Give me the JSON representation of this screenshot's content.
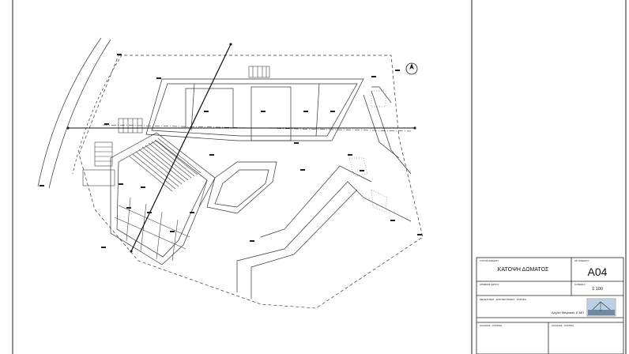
{
  "title_block": {
    "drawing_title_label": "ΤΙΤΛΟΣ ΣΧΕΔΙΟΥ",
    "drawing_title": "ΚΑΤΟΨΗ ΔΩΜΑΤΟΣ",
    "sheet_number_label": "ΑΡ. ΣΧΕΔΙΟΥ",
    "sheet_number": "A04",
    "project_label": "ΑΡΙΘΜΟΣ ΕΡΓΟΥ",
    "scale_label": "ΚΛΙΜΑΚΑ",
    "scale": "1:100",
    "team_label": "ΜΕΛΕΤΗΤΕΣ : ΑΡΧΙΤΕΚΤΟΝΙΚΑ - ΣΤΑΤΙΚΑ :",
    "author": "Δεγλιά Μαγιακιά, Ε.ΜΠ",
    "revisions_label": "ΑΛΛΑΓΕΣ - ΣΤΑΤΙΚΑ :",
    "revisions_label_2": "ΑΛΛΑΓΕΣ - ΣΤΑΤΙΚΑ :"
  },
  "north_symbol": "north-arrow"
}
